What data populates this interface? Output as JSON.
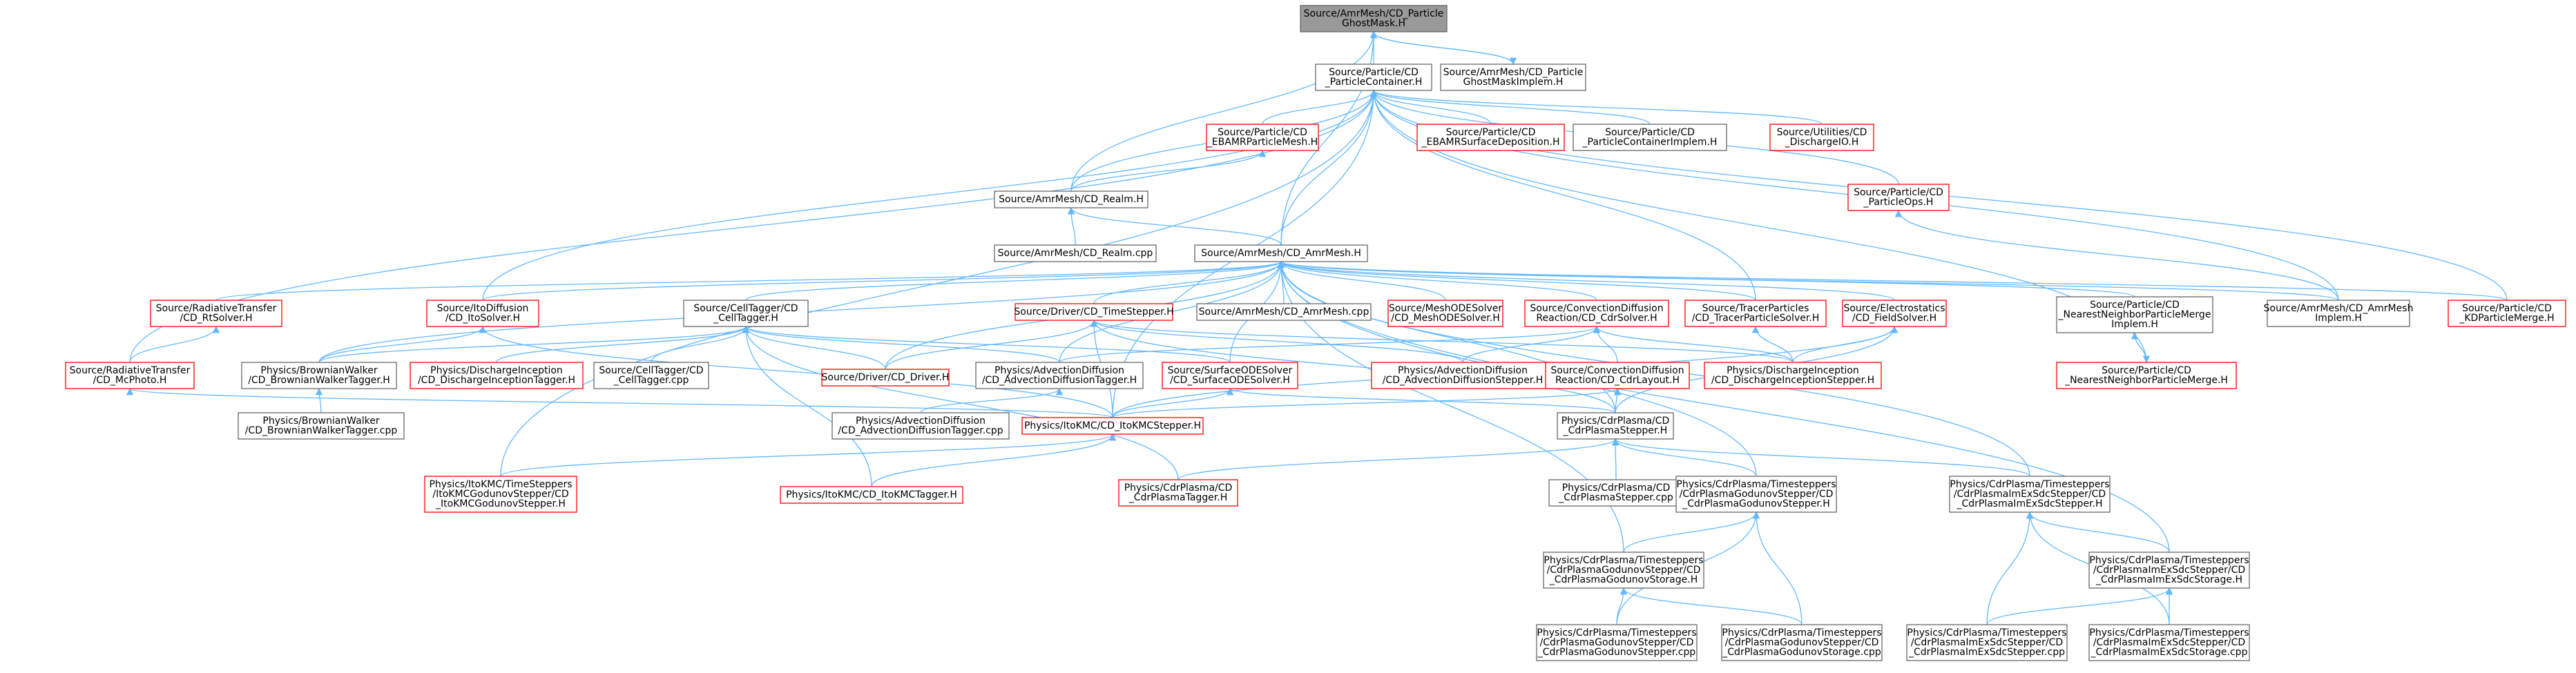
{
  "colors": {
    "edge": "#63b8ff",
    "root_fill": "#999999",
    "default_border": "#666666",
    "highlight_border": "#ff0000",
    "node_fill": "#ffffff"
  },
  "nodes": [
    {
      "id": "root",
      "lines": [
        "Source/AmrMesh/CD_Particle",
        "GhostMask.H"
      ],
      "style": "root"
    },
    {
      "id": "pcont",
      "lines": [
        "Source/Particle/CD",
        "_ParticleContainer.H"
      ],
      "style": "normal"
    },
    {
      "id": "gmimpl",
      "lines": [
        "Source/AmrMesh/CD_Particle",
        "GhostMaskImplem.H"
      ],
      "style": "normal"
    },
    {
      "id": "ebamrpm",
      "lines": [
        "Source/Particle/CD",
        "_EBAMRParticleMesh.H"
      ],
      "style": "red"
    },
    {
      "id": "ebamrsd",
      "lines": [
        "Source/Particle/CD",
        "_EBAMRSurfaceDeposition.H"
      ],
      "style": "red"
    },
    {
      "id": "pcimpl",
      "lines": [
        "Source/Particle/CD",
        "_ParticleContainerImplem.H"
      ],
      "style": "normal"
    },
    {
      "id": "dischio",
      "lines": [
        "Source/Utilities/CD",
        "_DischargeIO.H"
      ],
      "style": "red"
    },
    {
      "id": "realmh",
      "lines": [
        "Source/AmrMesh/CD_Realm.H"
      ],
      "style": "normal"
    },
    {
      "id": "partops",
      "lines": [
        "Source/Particle/CD",
        "_ParticleOps.H"
      ],
      "style": "red"
    },
    {
      "id": "realmcpp",
      "lines": [
        "Source/AmrMesh/CD_Realm.cpp"
      ],
      "style": "normal"
    },
    {
      "id": "amrmesh",
      "lines": [
        "Source/AmrMesh/CD_AmrMesh.H"
      ],
      "style": "normal"
    },
    {
      "id": "rtsolver",
      "lines": [
        "Source/RadiativeTransfer",
        "/CD_RtSolver.H"
      ],
      "style": "red"
    },
    {
      "id": "itosolver",
      "lines": [
        "Source/ItoDiffusion",
        "/CD_ItoSolver.H"
      ],
      "style": "red"
    },
    {
      "id": "celltagger",
      "lines": [
        "Source/CellTagger/CD",
        "_CellTagger.H"
      ],
      "style": "normal"
    },
    {
      "id": "timestepper",
      "lines": [
        "Source/Driver/CD_TimeStepper.H"
      ],
      "style": "red"
    },
    {
      "id": "amrmeshcpp",
      "lines": [
        "Source/AmrMesh/CD_AmrMesh.cpp"
      ],
      "style": "normal"
    },
    {
      "id": "meshode",
      "lines": [
        "Source/MeshODESolver",
        "/CD_MeshODESolver.H"
      ],
      "style": "red"
    },
    {
      "id": "cdrsolver",
      "lines": [
        "Source/ConvectionDiffusion",
        "Reaction/CD_CdrSolver.H"
      ],
      "style": "red"
    },
    {
      "id": "tracer",
      "lines": [
        "Source/TracerParticles",
        "/CD_TracerParticleSolver.H"
      ],
      "style": "red"
    },
    {
      "id": "fieldsolver",
      "lines": [
        "Source/Electrostatics",
        "/CD_FieldSolver.H"
      ],
      "style": "red"
    },
    {
      "id": "nnmimpl",
      "lines": [
        "Source/Particle/CD",
        "_NearestNeighborParticleMerge",
        "Implem.H"
      ],
      "style": "normal"
    },
    {
      "id": "amrmeshimpl",
      "lines": [
        "Source/AmrMesh/CD_AmrMesh",
        "Implem.H"
      ],
      "style": "normal"
    },
    {
      "id": "kdmerge",
      "lines": [
        "Source/Particle/CD",
        "_KDParticleMerge.H"
      ],
      "style": "red"
    },
    {
      "id": "mcphoto",
      "lines": [
        "Source/RadiativeTransfer",
        "/CD_McPhoto.H"
      ],
      "style": "red"
    },
    {
      "id": "bwtagger",
      "lines": [
        "Physics/BrownianWalker",
        "/CD_BrownianWalkerTagger.H"
      ],
      "style": "normal"
    },
    {
      "id": "dischtagger",
      "lines": [
        "Physics/DischargeInception",
        "/CD_DischargeInceptionTagger.H"
      ],
      "style": "red"
    },
    {
      "id": "celltaggercpp",
      "lines": [
        "Source/CellTagger/CD",
        "_CellTagger.cpp"
      ],
      "style": "normal"
    },
    {
      "id": "driver",
      "lines": [
        "Source/Driver/CD_Driver.H"
      ],
      "style": "red"
    },
    {
      "id": "advtagger",
      "lines": [
        "Physics/AdvectionDiffusion",
        "/CD_AdvectionDiffusionTagger.H"
      ],
      "style": "normal"
    },
    {
      "id": "surfaceode",
      "lines": [
        "Source/SurfaceODESolver",
        "/CD_SurfaceODESolver.H"
      ],
      "style": "red"
    },
    {
      "id": "advstepper",
      "lines": [
        "Physics/AdvectionDiffusion",
        "/CD_AdvectionDiffusionStepper.H"
      ],
      "style": "red"
    },
    {
      "id": "cdrlayout",
      "lines": [
        "Source/ConvectionDiffusion",
        "Reaction/CD_CdrLayout.H"
      ],
      "style": "red"
    },
    {
      "id": "dischstepper",
      "lines": [
        "Physics/DischargeInception",
        "/CD_DischargeInceptionStepper.H"
      ],
      "style": "red"
    },
    {
      "id": "nnmerge",
      "lines": [
        "Source/Particle/CD",
        "_NearestNeighborParticleMerge.H"
      ],
      "style": "red"
    },
    {
      "id": "bwtaggercpp",
      "lines": [
        "Physics/BrownianWalker",
        "/CD_BrownianWalkerTagger.cpp"
      ],
      "style": "normal"
    },
    {
      "id": "advtaggercpp",
      "lines": [
        "Physics/AdvectionDiffusion",
        "/CD_AdvectionDiffusionTagger.cpp"
      ],
      "style": "normal"
    },
    {
      "id": "itokmcstepper",
      "lines": [
        "Physics/ItoKMC/CD_ItoKMCStepper.H"
      ],
      "style": "red"
    },
    {
      "id": "cdrpstepper",
      "lines": [
        "Physics/CdrPlasma/CD",
        "_CdrPlasmaStepper.H"
      ],
      "style": "normal"
    },
    {
      "id": "itokmcgod",
      "lines": [
        "Physics/ItoKMC/TimeSteppers",
        "/ItoKMCGodunovStepper/CD",
        "_ItoKMCGodunovStepper.H"
      ],
      "style": "red"
    },
    {
      "id": "itokmctagger",
      "lines": [
        "Physics/ItoKMC/CD_ItoKMCTagger.H"
      ],
      "style": "red"
    },
    {
      "id": "cdrptagger",
      "lines": [
        "Physics/CdrPlasma/CD",
        "_CdrPlasmaTagger.H"
      ],
      "style": "red"
    },
    {
      "id": "cdrpstepcpp",
      "lines": [
        "Physics/CdrPlasma/CD",
        "_CdrPlasmaStepper.cpp"
      ],
      "style": "normal"
    },
    {
      "id": "cdrpgod",
      "lines": [
        "Physics/CdrPlasma/Timesteppers",
        "/CdrPlasmaGodunovStepper/CD",
        "_CdrPlasmaGodunovStepper.H"
      ],
      "style": "normal"
    },
    {
      "id": "cdrpimex",
      "lines": [
        "Physics/CdrPlasma/Timesteppers",
        "/CdrPlasmaImExSdcStepper/CD",
        "_CdrPlasmaImExSdcStepper.H"
      ],
      "style": "normal"
    },
    {
      "id": "cdrpgodstor",
      "lines": [
        "Physics/CdrPlasma/Timesteppers",
        "/CdrPlasmaGodunovStepper/CD",
        "_CdrPlasmaGodunovStorage.H"
      ],
      "style": "normal"
    },
    {
      "id": "cdrpimexstor",
      "lines": [
        "Physics/CdrPlasma/Timesteppers",
        "/CdrPlasmaImExSdcStepper/CD",
        "_CdrPlasmaImExSdcStorage.H"
      ],
      "style": "normal"
    },
    {
      "id": "cdrpgodcpp",
      "lines": [
        "Physics/CdrPlasma/Timesteppers",
        "/CdrPlasmaGodunovStepper/CD",
        "_CdrPlasmaGodunovStepper.cpp"
      ],
      "style": "normal"
    },
    {
      "id": "cdrpgodstorcpp",
      "lines": [
        "Physics/CdrPlasma/Timesteppers",
        "/CdrPlasmaGodunovStepper/CD",
        "_CdrPlasmaGodunovStorage.cpp"
      ],
      "style": "normal"
    },
    {
      "id": "cdrpimexcpp",
      "lines": [
        "Physics/CdrPlasma/Timesteppers",
        "/CdrPlasmaImExSdcStepper/CD",
        "_CdrPlasmaImExSdcStepper.cpp"
      ],
      "style": "normal"
    },
    {
      "id": "cdrpimexstorcpp",
      "lines": [
        "Physics/CdrPlasma/Timesteppers",
        "/CdrPlasmaImExSdcStepper/CD",
        "_CdrPlasmaImExSdcStorage.cpp"
      ],
      "style": "normal"
    }
  ],
  "edges": [
    [
      "root",
      "pcont"
    ],
    [
      "root",
      "gmimpl"
    ],
    [
      "root",
      "realmh"
    ],
    [
      "root",
      "amrmesh"
    ],
    [
      "gmimpl",
      "root"
    ],
    [
      "pcont",
      "ebamrpm"
    ],
    [
      "pcont",
      "ebamrsd"
    ],
    [
      "pcont",
      "pcimpl"
    ],
    [
      "pcont",
      "dischio"
    ],
    [
      "pcont",
      "partops"
    ],
    [
      "pcont",
      "realmh"
    ],
    [
      "pcont",
      "amrmesh"
    ],
    [
      "pcont",
      "itosolver"
    ],
    [
      "pcont",
      "mcphoto"
    ],
    [
      "pcont",
      "tracer"
    ],
    [
      "pcont",
      "kdmerge"
    ],
    [
      "pcont",
      "nnmerge"
    ],
    [
      "pcont",
      "amrmeshimpl"
    ],
    [
      "pcont",
      "itokmcstepper"
    ],
    [
      "pcont",
      "itokmcgod"
    ],
    [
      "ebamrpm",
      "realmh"
    ],
    [
      "partops",
      "amrmeshimpl"
    ],
    [
      "realmh",
      "realmcpp"
    ],
    [
      "realmh",
      "amrmesh"
    ],
    [
      "amrmesh",
      "rtsolver"
    ],
    [
      "amrmesh",
      "itosolver"
    ],
    [
      "amrmesh",
      "celltagger"
    ],
    [
      "amrmesh",
      "timestepper"
    ],
    [
      "amrmesh",
      "amrmeshcpp"
    ],
    [
      "amrmesh",
      "meshode"
    ],
    [
      "amrmesh",
      "cdrsolver"
    ],
    [
      "amrmesh",
      "tracer"
    ],
    [
      "amrmesh",
      "fieldsolver"
    ],
    [
      "amrmesh",
      "nnmimpl"
    ],
    [
      "amrmesh",
      "amrmeshimpl"
    ],
    [
      "amrmesh",
      "kdmerge"
    ],
    [
      "amrmesh",
      "bwtagger"
    ],
    [
      "amrmesh",
      "driver"
    ],
    [
      "amrmesh",
      "advtagger"
    ],
    [
      "amrmesh",
      "surfaceode"
    ],
    [
      "amrmesh",
      "cdrpstepper"
    ],
    [
      "amrmesh",
      "cdrpgod"
    ],
    [
      "amrmesh",
      "cdrpimex"
    ],
    [
      "amrmesh",
      "cdrpimexstor"
    ],
    [
      "amrmesh",
      "cdrpgodstor"
    ],
    [
      "rtsolver",
      "mcphoto"
    ],
    [
      "itosolver",
      "bwtagger"
    ],
    [
      "itosolver",
      "itokmcstepper"
    ],
    [
      "celltagger",
      "bwtagger"
    ],
    [
      "celltagger",
      "dischtagger"
    ],
    [
      "celltagger",
      "celltaggercpp"
    ],
    [
      "celltagger",
      "driver"
    ],
    [
      "celltagger",
      "advtagger"
    ],
    [
      "celltagger",
      "cdrptagger"
    ],
    [
      "celltagger",
      "itokmctagger"
    ],
    [
      "celltagger",
      "surfaceode"
    ],
    [
      "timestepper",
      "driver"
    ],
    [
      "timestepper",
      "advstepper"
    ],
    [
      "timestepper",
      "dischstepper"
    ],
    [
      "timestepper",
      "itokmcstepper"
    ],
    [
      "timestepper",
      "cdrpstepper"
    ],
    [
      "cdrsolver",
      "advtagger"
    ],
    [
      "cdrsolver",
      "advstepper"
    ],
    [
      "cdrsolver",
      "cdrlayout"
    ],
    [
      "cdrsolver",
      "dischstepper"
    ],
    [
      "tracer",
      "dischstepper"
    ],
    [
      "fieldsolver",
      "dischstepper"
    ],
    [
      "fieldsolver",
      "cdrpstepper"
    ],
    [
      "fieldsolver",
      "itokmcstepper"
    ],
    [
      "nnmerge",
      "nnmimpl"
    ],
    [
      "nnmimpl",
      "nnmerge"
    ],
    [
      "mcphoto",
      "itokmcstepper"
    ],
    [
      "bwtagger",
      "bwtaggercpp"
    ],
    [
      "advtagger",
      "advtaggercpp"
    ],
    [
      "surfaceode",
      "itokmcstepper"
    ],
    [
      "surfaceode",
      "cdrpstepper"
    ],
    [
      "cdrlayout",
      "itokmcstepper"
    ],
    [
      "cdrlayout",
      "cdrpstepper"
    ],
    [
      "itokmcstepper",
      "itokmcgod"
    ],
    [
      "itokmcstepper",
      "itokmctagger"
    ],
    [
      "cdrpstepper",
      "cdrpstepcpp"
    ],
    [
      "cdrpstepper",
      "cdrptagger"
    ],
    [
      "cdrpstepper",
      "cdrpgod"
    ],
    [
      "cdrpstepper",
      "cdrpimex"
    ],
    [
      "cdrpgod",
      "cdrpgodstor"
    ],
    [
      "cdrpgod",
      "cdrpgodcpp"
    ],
    [
      "cdrpgod",
      "cdrpgodstorcpp"
    ],
    [
      "cdrpimex",
      "cdrpimexstor"
    ],
    [
      "cdrpimex",
      "cdrpimexcpp"
    ],
    [
      "cdrpimex",
      "cdrpimexstorcpp"
    ],
    [
      "cdrpgodstor",
      "cdrpgodcpp"
    ],
    [
      "cdrpgodstor",
      "cdrpgodstorcpp"
    ],
    [
      "cdrpimexstor",
      "cdrpimexcpp"
    ],
    [
      "cdrpimexstor",
      "cdrpimexstorcpp"
    ]
  ]
}
